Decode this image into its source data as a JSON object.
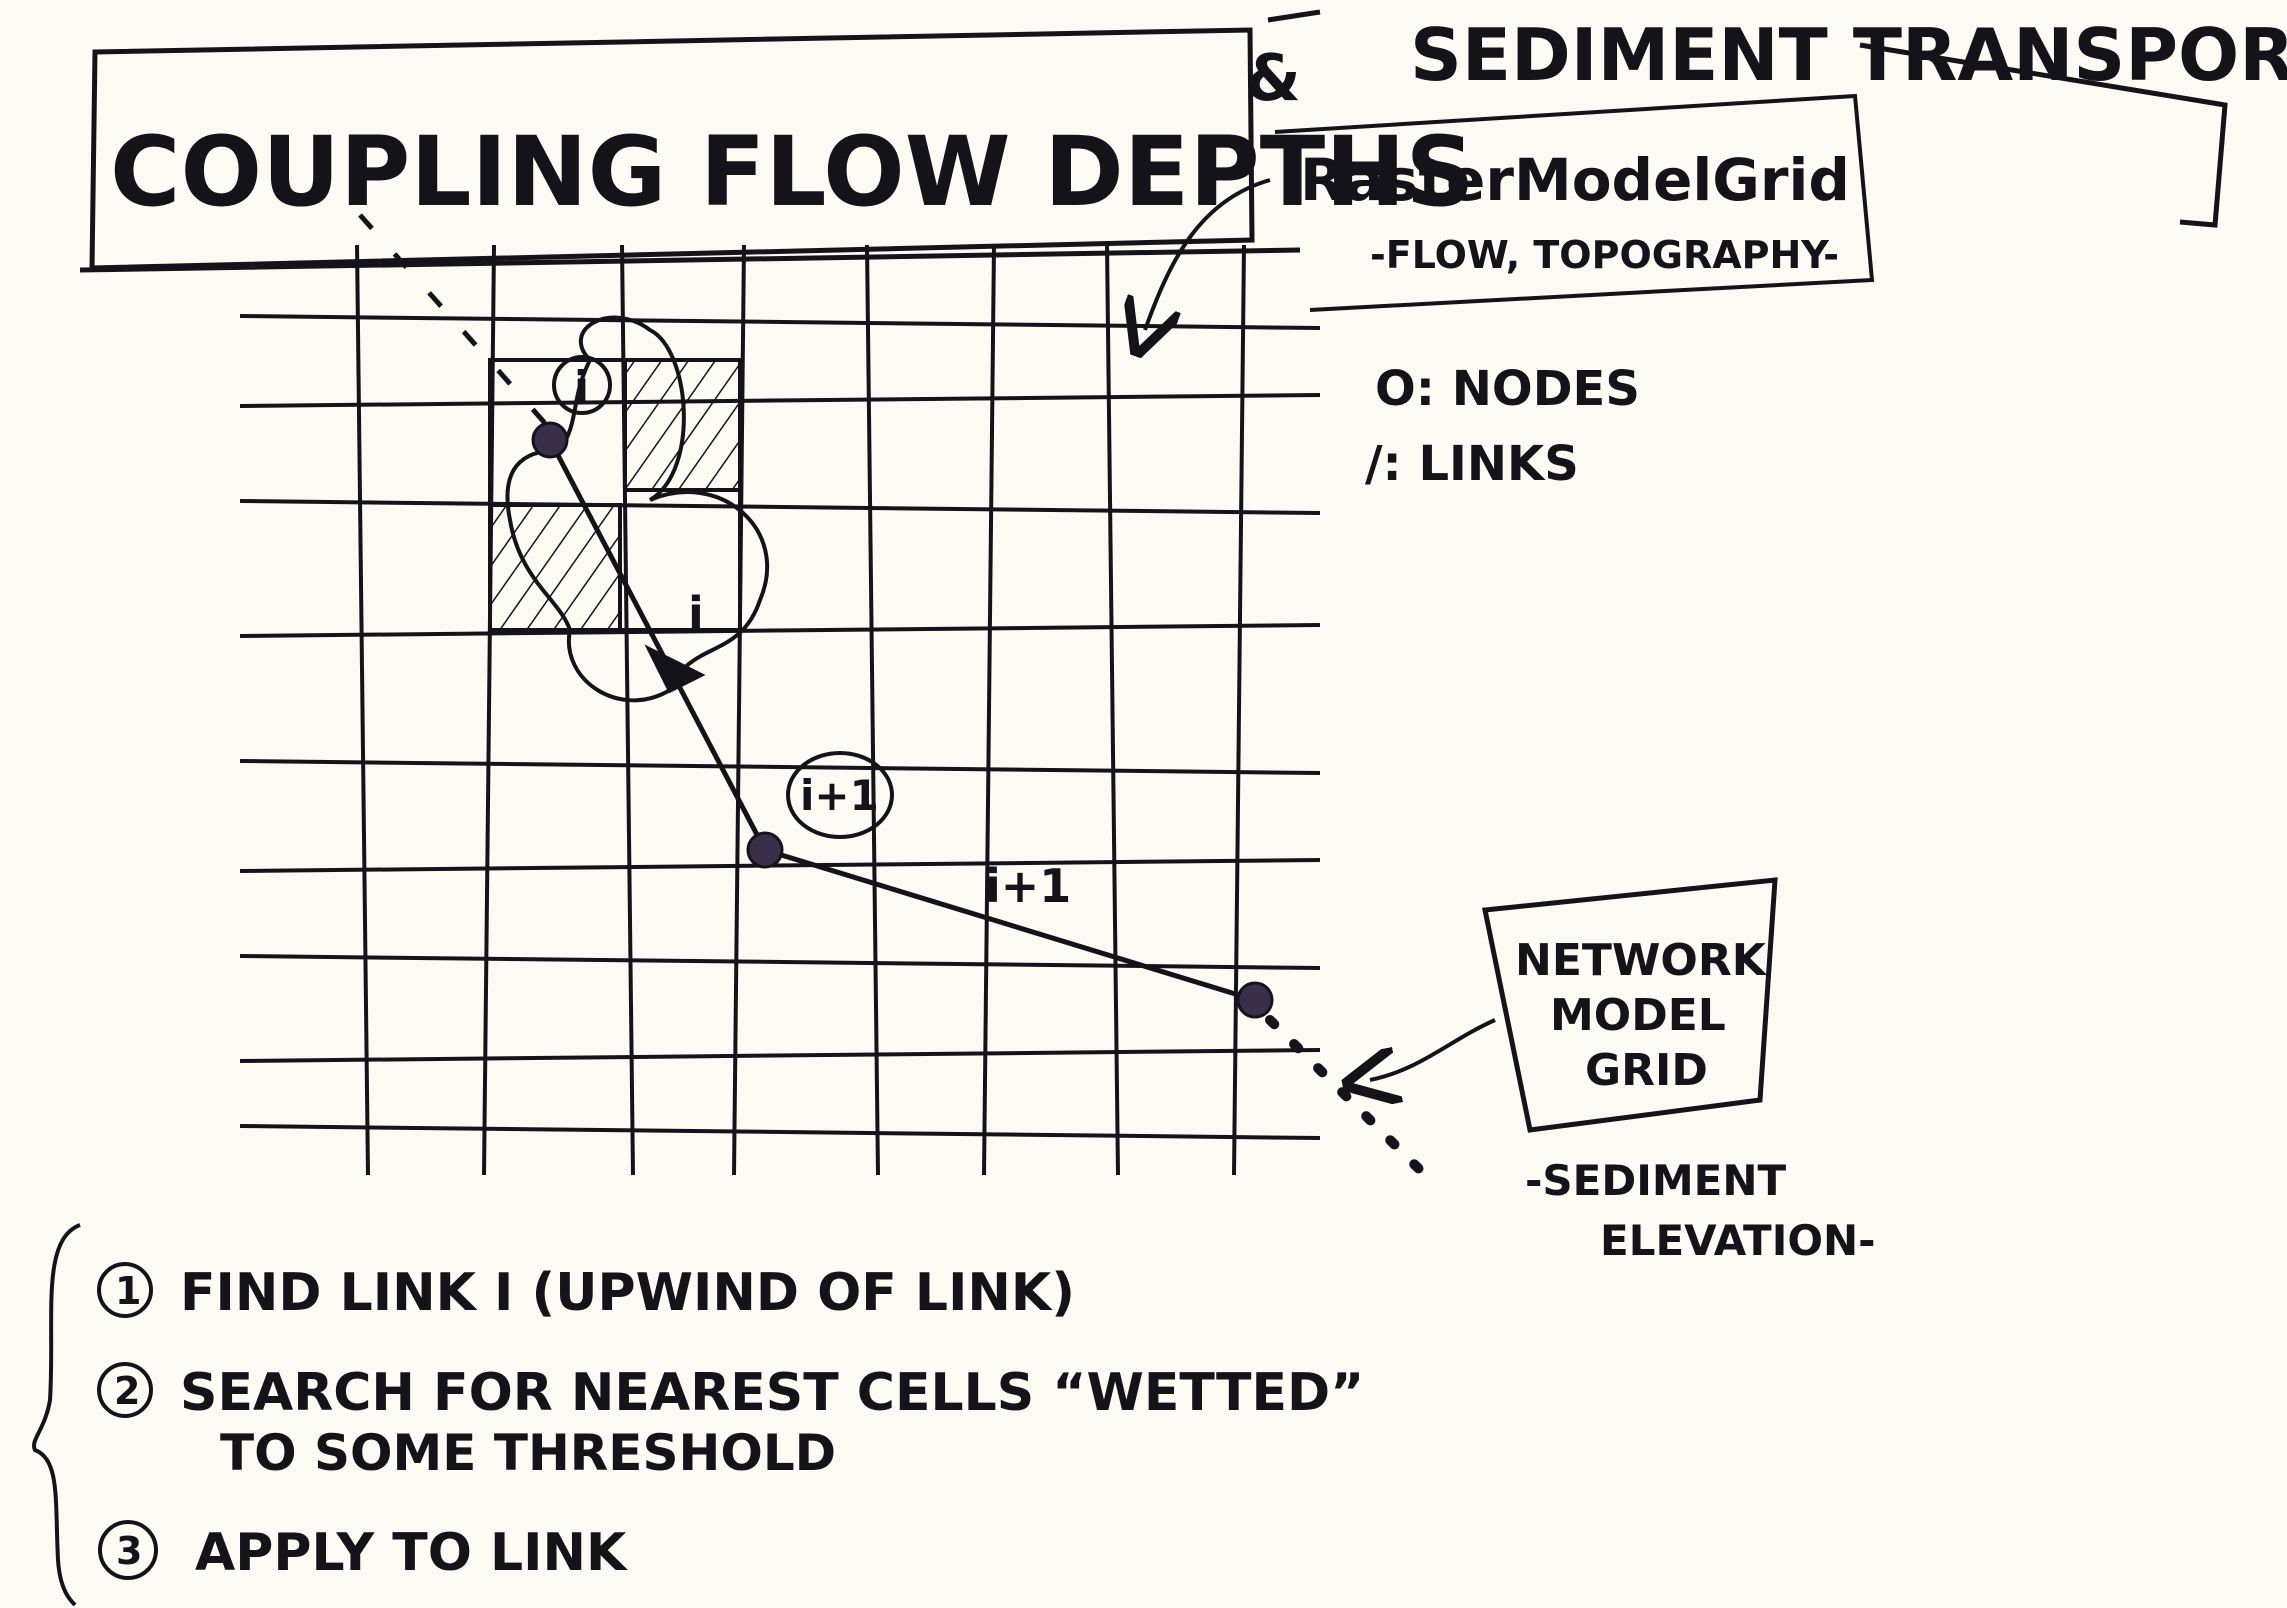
{
  "title": {
    "part1": "Coupling Flow Depths",
    "amp": "&",
    "part2": "Sediment Transport"
  },
  "raster_box": {
    "name": "RasterModelGrid",
    "fields": "-Flow, Topography-"
  },
  "legend": {
    "nodes": "o: Nodes",
    "links": "/: Links"
  },
  "network_box": {
    "line1": "Network",
    "line2": "Model",
    "line3": "Grid"
  },
  "network_fields": {
    "line1": "-Sediment",
    "line2": "Elevation-"
  },
  "grid_labels": {
    "node_i": "i",
    "link_i": "i",
    "node_i_plus_1": "i+1",
    "link_i_plus_1": "i+1"
  },
  "steps": [
    {
      "num": "1",
      "text": "Find link i (upwind of link)"
    },
    {
      "num": "2",
      "text": "Search for nearest cells “wetted”"
    },
    {
      "num": "",
      "text": "to some threshold"
    },
    {
      "num": "3",
      "text": "Apply to link"
    }
  ],
  "colors": {
    "ink": "#15131a",
    "paper": "#fbfaf3",
    "node_fill": "#3a2f4a"
  }
}
